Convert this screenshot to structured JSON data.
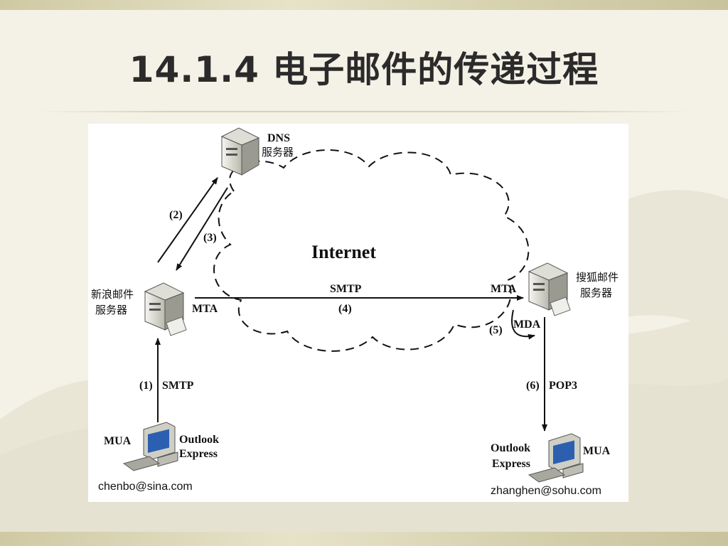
{
  "slide": {
    "title": "14.1.4 电子邮件的传递过程"
  },
  "diagram": {
    "dns_server": {
      "line1": "DNS",
      "line2": "服务器"
    },
    "internet_label": "Internet",
    "sina_server": {
      "line1": "新浪邮件",
      "line2": "服务器",
      "agent": "MTA"
    },
    "sohu_server": {
      "line1": "搜狐邮件",
      "line2": "服务器",
      "agent_in": "MTA",
      "agent_deliver": "MDA"
    },
    "steps": {
      "step1": {
        "number": "(1)",
        "protocol": "SMTP"
      },
      "step2": {
        "number": "(2)"
      },
      "step3": {
        "number": "(3)"
      },
      "step4": {
        "number": "(4)",
        "protocol": "SMTP"
      },
      "step5": {
        "number": "(5)"
      },
      "step6": {
        "number": "(6)",
        "protocol": "POP3"
      }
    },
    "sender": {
      "role": "MUA",
      "client_line1": "Outlook",
      "client_line2": "Express",
      "email": "chenbo@sina.com"
    },
    "receiver": {
      "role": "MUA",
      "client_line1": "Outlook",
      "client_line2": "Express",
      "email": "zhanghen@sohu.com"
    }
  }
}
